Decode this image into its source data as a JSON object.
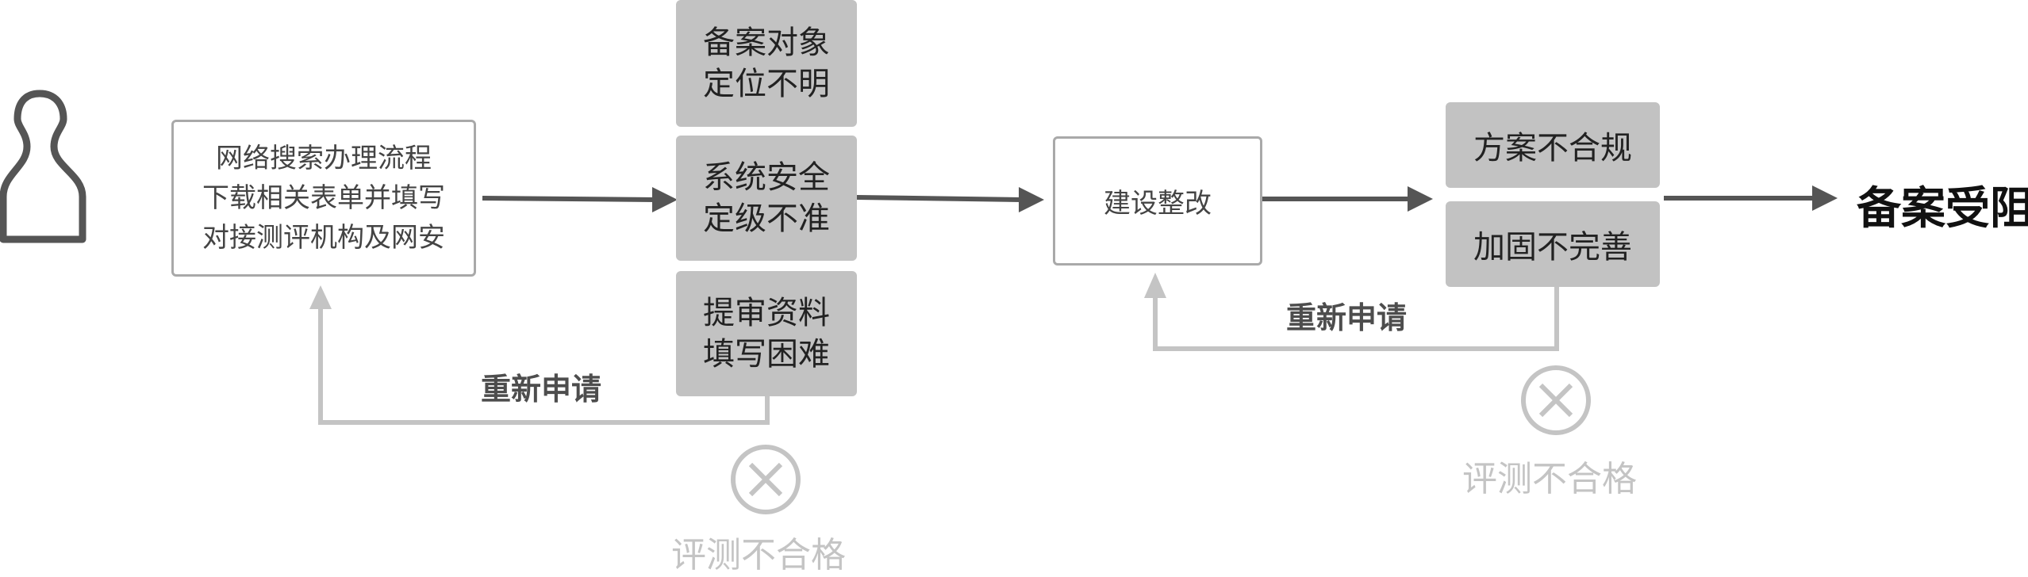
{
  "start_box": {
    "lines": [
      "网络搜索办理流程",
      "下载相关表单并填写",
      "对接测评机构及网安"
    ]
  },
  "problems_1": [
    {
      "lines": [
        "备案对象",
        "定位不明"
      ]
    },
    {
      "lines": [
        "系统安全",
        "定级不准"
      ]
    },
    {
      "lines": [
        "提审资料",
        "填写困难"
      ]
    }
  ],
  "rectify_box": {
    "label": "建设整改"
  },
  "problems_2": [
    {
      "lines": [
        "方案不合规"
      ]
    },
    {
      "lines": [
        "加固不完善"
      ]
    }
  ],
  "result": {
    "label": "备案受阻"
  },
  "loop_1": {
    "reapply_label": "重新申请",
    "fail_label": "评测不合格"
  },
  "loop_2": {
    "reapply_label": "重新申请",
    "fail_label": "评测不合格"
  },
  "colors": {
    "arrow": "#555555",
    "loop": "#c4c4c4",
    "gray_box": "#c2c2c2",
    "box_border": "#a9a9a9",
    "user_icon": "#555555"
  }
}
